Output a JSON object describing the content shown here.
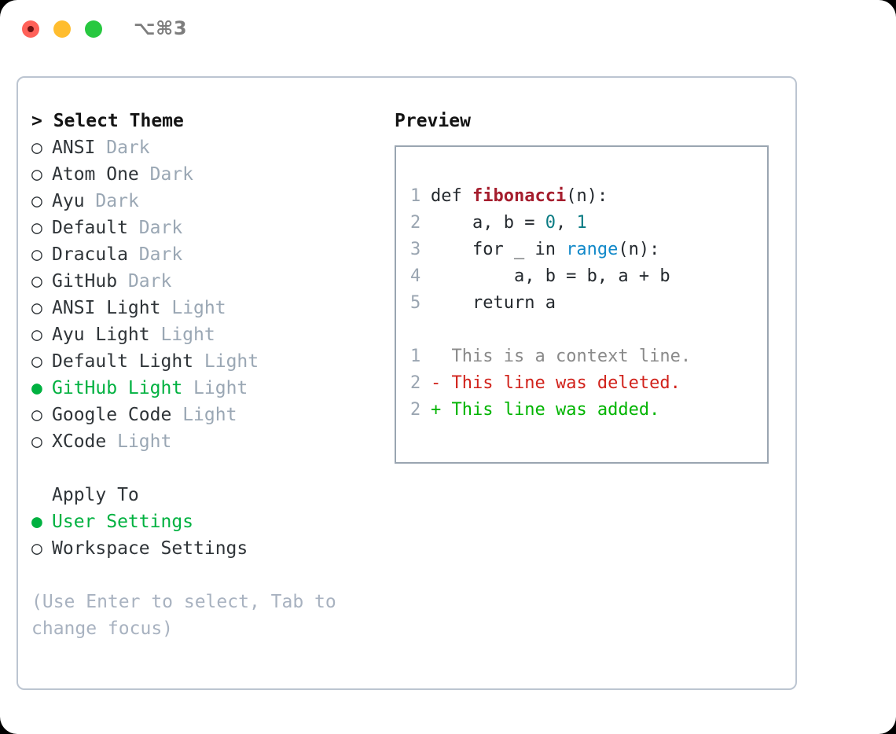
{
  "titlebar": {
    "shortcut": "⌥⌘3",
    "lights": [
      {
        "name": "close",
        "color": "#ff6159"
      },
      {
        "name": "minimize",
        "color": "#ffbd2e"
      },
      {
        "name": "maximize",
        "color": "#28c840"
      }
    ]
  },
  "colors": {
    "selected_green": "#00b140",
    "muted_gray": "#9aa7b4",
    "help_gray": "#a8b2c0",
    "border": "#bcc5d1",
    "preview_border": "#9aa5b1",
    "diff_add": "#00b400",
    "diff_del": "#d1221b",
    "diff_ctx": "#8a8a8a",
    "fn_name": "#a51d2d",
    "number": "#0a7b83",
    "builtin": "#1289c9"
  },
  "left": {
    "title": "> Select Theme",
    "marker_unselected": "○",
    "marker_selected": "●",
    "themes": [
      {
        "marker": "○",
        "name": "ANSI",
        "badge": "Dark",
        "selected": false
      },
      {
        "marker": "○",
        "name": "Atom One",
        "badge": "Dark",
        "selected": false
      },
      {
        "marker": "○",
        "name": "Ayu",
        "badge": "Dark",
        "selected": false
      },
      {
        "marker": "○",
        "name": "Default",
        "badge": "Dark",
        "selected": false
      },
      {
        "marker": "○",
        "name": "Dracula",
        "badge": "Dark",
        "selected": false
      },
      {
        "marker": "○",
        "name": "GitHub",
        "badge": "Dark",
        "selected": false
      },
      {
        "marker": "○",
        "name": "ANSI Light",
        "badge": "Light",
        "selected": false
      },
      {
        "marker": "○",
        "name": "Ayu Light",
        "badge": "Light",
        "selected": false
      },
      {
        "marker": "○",
        "name": "Default Light",
        "badge": "Light",
        "selected": false
      },
      {
        "marker": "●",
        "name": "GitHub Light",
        "badge": "Light",
        "selected": true
      },
      {
        "marker": "○",
        "name": "Google Code",
        "badge": "Light",
        "selected": false
      },
      {
        "marker": "○",
        "name": "XCode",
        "badge": "Light",
        "selected": false
      }
    ],
    "apply_to_title": "Apply To",
    "apply_to_options": [
      {
        "marker": "●",
        "label": "User Settings",
        "selected": true
      },
      {
        "marker": "○",
        "label": "Workspace Settings",
        "selected": false
      }
    ],
    "help_text": "(Use Enter to select, Tab to change focus)"
  },
  "right": {
    "preview_label": "Preview",
    "code_lines": [
      {
        "lineno": "1",
        "tokens": [
          {
            "text": "def ",
            "kind": "plain"
          },
          {
            "text": "fibonacci",
            "kind": "fn-name"
          },
          {
            "text": "(n):",
            "kind": "plain"
          }
        ]
      },
      {
        "lineno": "2",
        "tokens": [
          {
            "text": "    a, b = ",
            "kind": "plain"
          },
          {
            "text": "0",
            "kind": "num"
          },
          {
            "text": ", ",
            "kind": "plain"
          },
          {
            "text": "1",
            "kind": "num"
          }
        ]
      },
      {
        "lineno": "3",
        "tokens": [
          {
            "text": "    for _ in ",
            "kind": "plain"
          },
          {
            "text": "range",
            "kind": "builtin"
          },
          {
            "text": "(n):",
            "kind": "plain"
          }
        ]
      },
      {
        "lineno": "4",
        "tokens": [
          {
            "text": "        a, b = b, a + b",
            "kind": "plain"
          }
        ]
      },
      {
        "lineno": "5",
        "tokens": [
          {
            "text": "    return a",
            "kind": "plain"
          }
        ]
      }
    ],
    "diff_lines": [
      {
        "lineno": "1",
        "marker": "  ",
        "text": "This is a context line.",
        "kind": "ctx"
      },
      {
        "lineno": "2",
        "marker": "- ",
        "text": "This line was deleted.",
        "kind": "del"
      },
      {
        "lineno": "2",
        "marker": "+ ",
        "text": "This line was added.",
        "kind": "add"
      }
    ]
  }
}
